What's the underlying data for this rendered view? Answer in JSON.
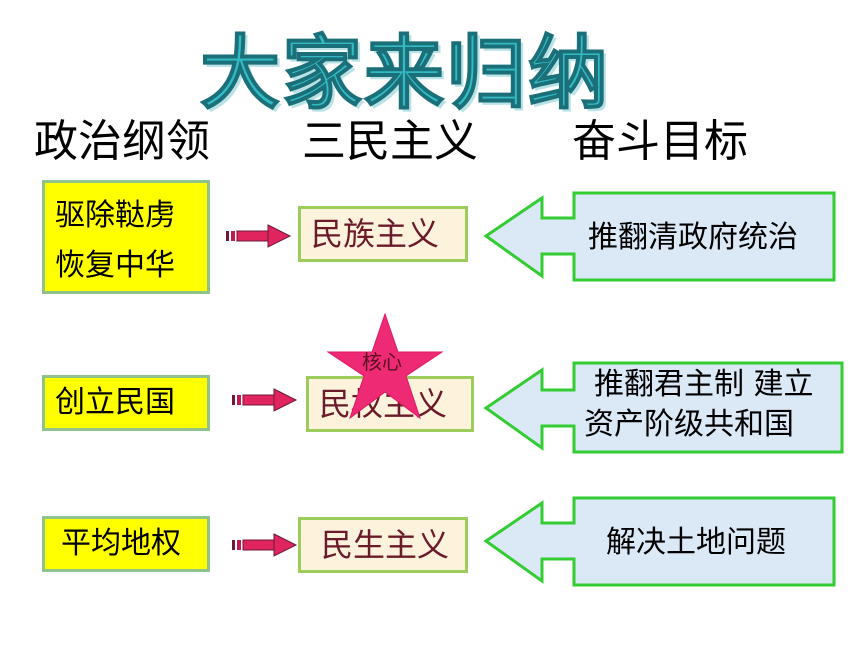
{
  "title": "大家来归纳",
  "headers": {
    "col1": "政治纲领",
    "col2": "三民主义",
    "col3": "奋斗目标"
  },
  "rows": [
    {
      "program_lines": [
        "驱除鞑虏",
        "恢复中华"
      ],
      "principle": "民族主义",
      "goal_lines": [
        "推翻清政府统治"
      ]
    },
    {
      "program_lines": [
        "创立民国"
      ],
      "principle": "民权主义",
      "goal_lines": [
        "推翻君主制  建立",
        "资产阶级共和国"
      ]
    },
    {
      "program_lines": [
        "平均地权"
      ],
      "principle": "民生主义",
      "goal_lines": [
        "解决土地问题"
      ]
    }
  ],
  "star_label": "核心",
  "colors": {
    "title": "#33bbc4",
    "program_box": "#ffff00",
    "principle_box": "#fdf3dc",
    "principle_text": "#6a1a28",
    "callout_fill": "#dbe9f6",
    "callout_border": "#33cc33",
    "arrow_fill": "#e0245e",
    "star": "#ee2a74"
  }
}
